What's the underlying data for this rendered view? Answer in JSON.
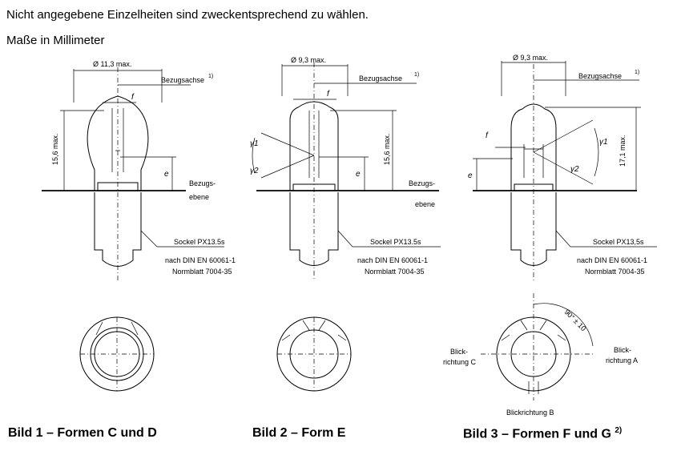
{
  "header": {
    "line1": "Nicht angegebene Einzelheiten sind zweckentsprechend zu wählen.",
    "line2": "Maße in Millimeter"
  },
  "figures": [
    {
      "caption": "Bild 1 – Formen C und D",
      "diameter": "Ø 11,3 max.",
      "axis_label": "Bezugsachse",
      "axis_note": "1)",
      "height": "15,6 max.",
      "f": "f",
      "e": "e",
      "ref_plane_1": "Bezugs-",
      "ref_plane_2": "ebene",
      "socket": "Sockel PX13.5s",
      "norm_1": "nach DIN EN 60061-1",
      "norm_2": "Normblatt 7004-35"
    },
    {
      "caption": "Bild 2 – Form E",
      "diameter": "Ø 9,3 max.",
      "axis_label": "Bezugsachse",
      "axis_note": "1)",
      "height": "15,6 max.",
      "f": "f",
      "e": "e",
      "gamma1": "γ1",
      "gamma2": "γ2",
      "ref_plane_1": "Bezugs-",
      "ref_plane_2": "ebene",
      "socket": "Sockel PX13.5s",
      "norm_1": "nach DIN EN 60061-1",
      "norm_2": "Normblatt 7004-35"
    },
    {
      "caption": "Bild 3 – Formen F und G",
      "caption_note": "2)",
      "diameter": "Ø 9,3 max.",
      "axis_label": "Bezugsachse",
      "axis_note": "1)",
      "height": "17,1 max.",
      "f": "f",
      "e": "e",
      "gamma1": "γ1",
      "gamma2": "γ2",
      "socket": "Sockel PX13,5s",
      "norm_1": "nach DIN EN 60061-1",
      "norm_2": "Normblatt 7004-35",
      "angle": "90° ± 10",
      "view_a_1": "Blick-",
      "view_a_2": "richtung A",
      "view_b": "Blickrichtung B",
      "view_c_1": "Blick-",
      "view_c_2": "richtung C"
    }
  ]
}
